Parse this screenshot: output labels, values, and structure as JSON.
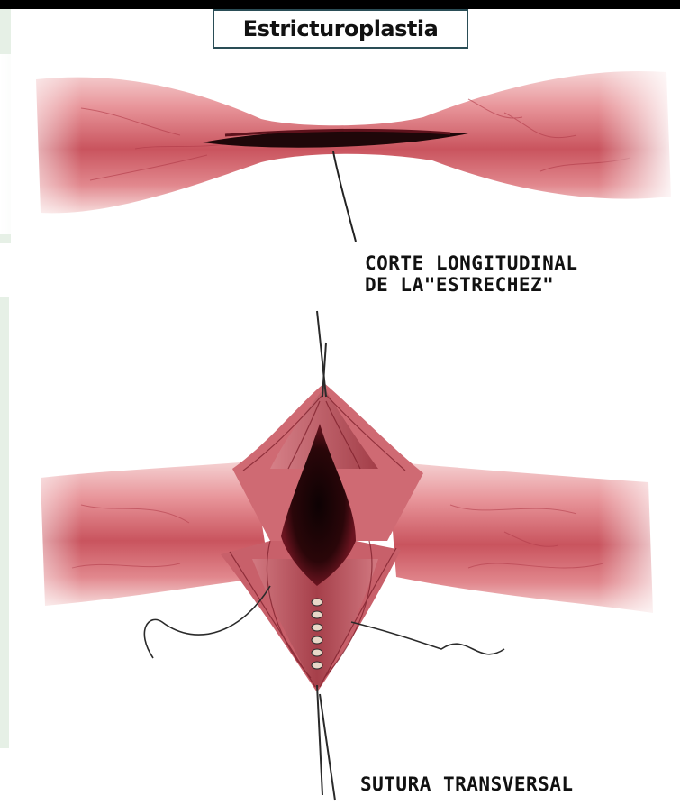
{
  "title": "Estricturoplastia",
  "captions": {
    "top_line1": "CORTE LONGITUDINAL",
    "top_line2": "DE LA\"ESTRECHEZ\"",
    "bottom": "SUTURA TRANSVERSAL"
  },
  "colors": {
    "tissue_light": "#f2c1c3",
    "tissue_mid": "#d9737a",
    "tissue_dark": "#9c2e3a",
    "incision": "#1a0708",
    "suture": "#333333",
    "title_border": "#2a4d56",
    "top_edge_black": "#000000"
  }
}
